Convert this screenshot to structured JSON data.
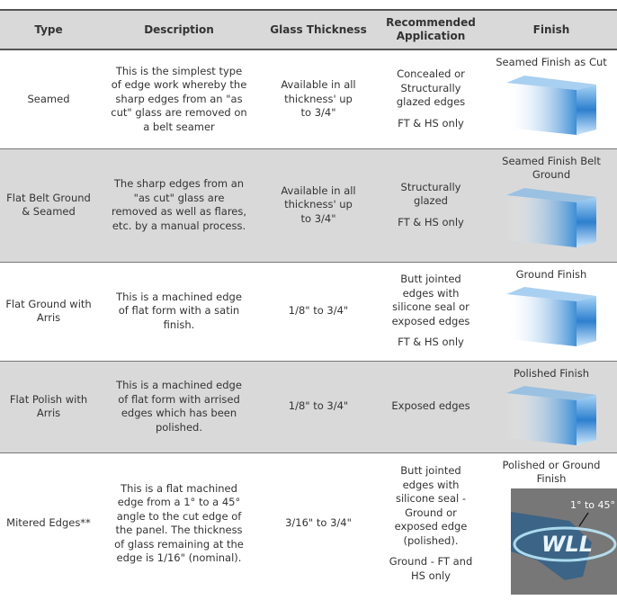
{
  "headers": [
    "Type",
    "Description",
    "Glass Thickness",
    "Recommended Application",
    "Finish"
  ],
  "rows": [
    {
      "type": "Seamed",
      "description": "This is the simplest type of edge work whereby the sharp edges from an \"as cut\" glass are removed on a belt seamer",
      "thickness": "Available in all thickness' up to 3/4\"",
      "application": "Concealed or Structurally glazed edges",
      "note": "FT & HS only",
      "finish": "Seamed Finish as Cut"
    },
    {
      "type": "Flat Belt Ground & Seamed",
      "description": "The sharp edges from an \"as cut\" glass are removed as well as flares, etc. by a manual process.",
      "thickness": "Available in all thickness' up to 3/4\"",
      "application": "Structurally glazed",
      "note": "FT & HS only",
      "finish": "Seamed Finish Belt Ground"
    },
    {
      "type": "Flat Ground with Arris",
      "description": "This is a machined edge of flat form with a satin finish.",
      "thickness": "1/8\"  to 3/4\"",
      "application": "Butt jointed edges with silicone seal or exposed edges",
      "note": "FT & HS only",
      "finish": "Ground Finish"
    },
    {
      "type": "Flat Polish with Arris",
      "description": "This is a machined edge of flat form with arrised edges which has been polished.",
      "thickness": "1/8\"  to 3/4\"",
      "application": "Exposed edges",
      "note": "",
      "finish": "Polished Finish"
    },
    {
      "type": "Mitered Edges**",
      "description": "This is a flat machined edge from a 1° to a 45° angle to the cut edge of the panel. The thickness of glass remaining at the edge is 1/16\" (nominal).",
      "thickness": "3/16\"  to 3/4\"",
      "application": "Butt jointed edges with silicone seal - Ground or exposed edge (polished).",
      "note": "Ground - FT and HS only",
      "finish": "Polished or Ground Finish",
      "angle_label": "1° to 45°",
      "logo_text": "WLL"
    }
  ]
}
